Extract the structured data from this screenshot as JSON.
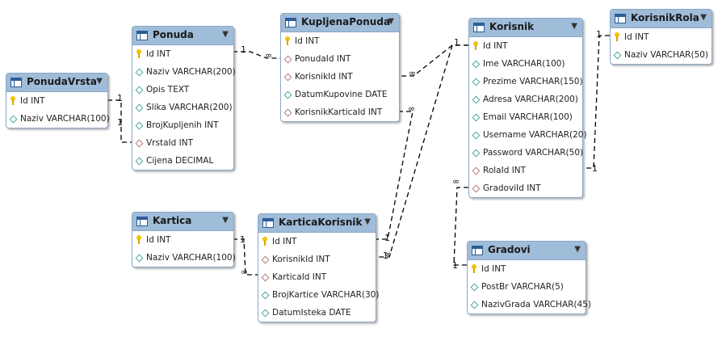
{
  "tables": [
    {
      "id": "PonudaVrsta",
      "title": "PonudaVrsta",
      "columns": [
        {
          "text": "Id INT",
          "icon": "key-icon"
        },
        {
          "text": "Naziv VARCHAR(100)",
          "icon": "column-icon"
        }
      ]
    },
    {
      "id": "Ponuda",
      "title": "Ponuda",
      "columns": [
        {
          "text": "Id INT",
          "icon": "key-icon"
        },
        {
          "text": "Naziv VARCHAR(200)",
          "icon": "column-icon"
        },
        {
          "text": "Opis TEXT",
          "icon": "column-icon"
        },
        {
          "text": "Slika VARCHAR(200)",
          "icon": "column-icon"
        },
        {
          "text": "BrojKupljenih INT",
          "icon": "column-icon"
        },
        {
          "text": "VrstaId INT",
          "icon": "foreign-key-icon"
        },
        {
          "text": "Cijena DECIMAL",
          "icon": "column-icon"
        }
      ]
    },
    {
      "id": "KupljenaPonuda",
      "title": "KupljenaPonuda",
      "columns": [
        {
          "text": "Id INT",
          "icon": "key-icon"
        },
        {
          "text": "PonudaId INT",
          "icon": "foreign-key-icon"
        },
        {
          "text": "KorisnikId INT",
          "icon": "foreign-key-icon"
        },
        {
          "text": "DatumKupovine DATE",
          "icon": "column-icon"
        },
        {
          "text": "KorisnikKarticaId INT",
          "icon": "foreign-key-icon"
        }
      ]
    },
    {
      "id": "Korisnik",
      "title": "Korisnik",
      "columns": [
        {
          "text": "Id INT",
          "icon": "key-icon"
        },
        {
          "text": "Ime VARCHAR(100)",
          "icon": "column-icon"
        },
        {
          "text": "Prezime VARCHAR(150)",
          "icon": "column-icon"
        },
        {
          "text": "Adresa VARCHAR(200)",
          "icon": "column-icon"
        },
        {
          "text": "Email VARCHAR(100)",
          "icon": "column-icon"
        },
        {
          "text": "Username VARCHAR(20)",
          "icon": "column-icon"
        },
        {
          "text": "Password VARCHAR(50)",
          "icon": "column-icon"
        },
        {
          "text": "RolaId INT",
          "icon": "foreign-key-icon"
        },
        {
          "text": "GradoviId INT",
          "icon": "foreign-key-icon"
        }
      ]
    },
    {
      "id": "KorisnikRola",
      "title": "KorisnikRola",
      "columns": [
        {
          "text": "Id INT",
          "icon": "key-icon"
        },
        {
          "text": "Naziv VARCHAR(50)",
          "icon": "column-icon"
        }
      ]
    },
    {
      "id": "Kartica",
      "title": "Kartica",
      "columns": [
        {
          "text": "Id INT",
          "icon": "key-icon"
        },
        {
          "text": "Naziv VARCHAR(100)",
          "icon": "column-icon"
        }
      ]
    },
    {
      "id": "KarticaKorisnik",
      "title": "KarticaKorisnik",
      "columns": [
        {
          "text": "Id INT",
          "icon": "key-icon"
        },
        {
          "text": "KorisnikId INT",
          "icon": "foreign-key-icon"
        },
        {
          "text": "KarticaId INT",
          "icon": "foreign-key-icon"
        },
        {
          "text": "BrojKartice VARCHAR(30)",
          "icon": "column-icon"
        },
        {
          "text": "DatumIsteka DATE",
          "icon": "column-icon"
        }
      ]
    },
    {
      "id": "Gradovi",
      "title": "Gradovi",
      "columns": [
        {
          "text": "Id INT",
          "icon": "key-icon"
        },
        {
          "text": "PostBr VARCHAR(5)",
          "icon": "column-icon"
        },
        {
          "text": "NazivGrada VARCHAR(45)",
          "icon": "column-icon"
        }
      ]
    }
  ],
  "relationships": [
    {
      "name": "ponudavrsta-ponuda",
      "one": "1",
      "many": "1"
    },
    {
      "name": "ponuda-kupljenaponuda",
      "one": "1",
      "many": "∞"
    },
    {
      "name": "korisnik-kupljenaponuda",
      "one": "1",
      "many": "∞"
    },
    {
      "name": "karticakorisnik-kupljenaponuda",
      "one": "1",
      "many": "∞"
    },
    {
      "name": "korisnik-karticakorisnik",
      "one": "1",
      "many": "∞"
    },
    {
      "name": "kartica-karticakorisnik",
      "one": "1",
      "many": "∞"
    },
    {
      "name": "korisnikrola-korisnik",
      "one": "1",
      "many": "1"
    },
    {
      "name": "gradovi-korisnik",
      "one": "1",
      "many": "∞"
    }
  ],
  "theme": {
    "header": "#9fbcd9",
    "border": "#8aa7c6",
    "line": "#000000"
  }
}
